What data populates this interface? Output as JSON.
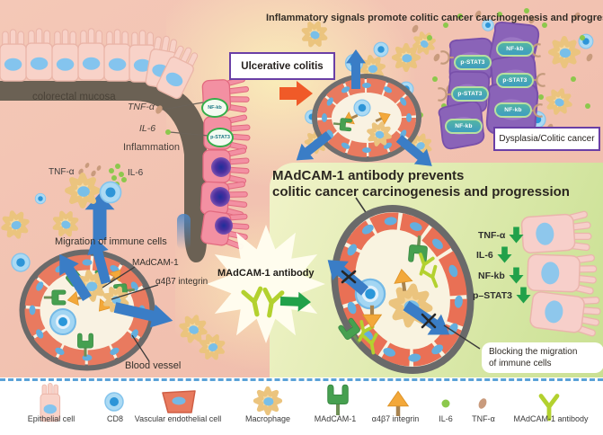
{
  "header": {
    "top_title": "Inflammatory signals promote colitic cancer carcinogenesis and progression"
  },
  "main_title": {
    "line1": "MAdCAM-1 antibody prevents",
    "line2": "colitic cancer carcinogenesis and progression"
  },
  "callouts": {
    "ulcerative": "Ulcerative colitis",
    "dysplasia": "Dysplasia/Colitic cancer",
    "blocking_line1": "Blocking the migration",
    "blocking_line2": "of immune cells",
    "antibody_burst": "MAdCAM-1 antibody"
  },
  "labels": {
    "colorectal_mucosa": "colorectal mucosa",
    "tnf_secreted": "TNF-α",
    "il6_secreted": "IL-6",
    "inflammation": "Inflammation",
    "tnf_cloud": "TNF-α",
    "il6_cloud": "IL-6",
    "migration": "Migration of immune cells",
    "madcam1": "MAdCAM-1",
    "integrin": "α4β7 integrin",
    "blood_vessel": "Blood vessel"
  },
  "wall_badges": [
    {
      "label": "NF-kb"
    },
    {
      "label": "p-STAT3"
    }
  ],
  "dysplasia_cells": [
    {
      "label": "p-STAT3"
    },
    {
      "label": "NF-kb"
    },
    {
      "label": "p-STAT3"
    },
    {
      "label": "p-STAT3"
    },
    {
      "label": "NF-kb"
    },
    {
      "label": "NF-kb"
    }
  ],
  "downregulated": [
    {
      "label": "TNF-α"
    },
    {
      "label": "IL-6"
    },
    {
      "label": "NF-kb"
    },
    {
      "label": "p–STAT3"
    }
  ],
  "legend": {
    "items": [
      {
        "label": "Epithelial cell",
        "icon": "epithelial-cell-icon"
      },
      {
        "label": "CD8",
        "icon": "cd8-cell-icon"
      },
      {
        "label": "Vascular endothelial cell",
        "icon": "endothelial-cell-icon"
      },
      {
        "label": "Macrophage",
        "icon": "macrophage-icon"
      },
      {
        "label": "MAdCAM-1",
        "icon": "madcam1-icon"
      },
      {
        "label": "α4β7 integrin",
        "icon": "integrin-icon"
      },
      {
        "label": "IL-6",
        "icon": "il6-icon"
      },
      {
        "label": "TNF-α",
        "icon": "tnf-icon"
      },
      {
        "label": "MAdCAM-1 antibody",
        "icon": "antibody-icon"
      }
    ]
  },
  "colors": {
    "background_pink": "#f2c2b1",
    "panel_green": "#d8e7a6",
    "mucosa_brown": "#6b6154",
    "vessel_red": "#e97a5f",
    "nucleus_blue": "#7fc2ea",
    "arrow_blue": "#3a7dc6",
    "arrow_orange": "#f05a28",
    "arrow_green": "#21a14a",
    "dysplasia_purple": "#8a63b8",
    "antibody_green": "#b3d12f",
    "madcam_green": "#46a050",
    "integrin_orange": "#f3a83a",
    "il6_green": "#8cc84c",
    "tnf_tan": "#c99b7d",
    "outline_gray": "#6a6a6a",
    "accent_purple_border": "#6a3fa6",
    "dashed_line_blue": "#5ba2d8"
  }
}
